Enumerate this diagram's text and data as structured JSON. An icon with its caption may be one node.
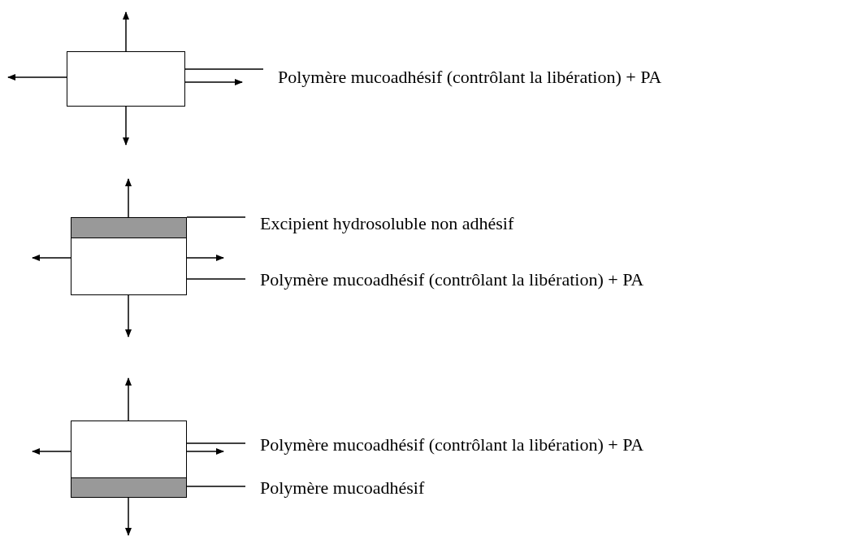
{
  "diagram": {
    "nodes": [
      {
        "text": [],
        "shape": "box"
      },
      {
        "text": [
          "Polymère mucoadhésif (contrôlant la libération) + PA"
        ]
      },
      {
        "text": [],
        "shape": "box"
      },
      {
        "text": [],
        "shape": "box"
      },
      {
        "text": [
          "Excipient hydrosoluble non adhésif"
        ]
      },
      {
        "text": [
          "Polymère mucoadhésif (contrôlant la libération) + PA"
        ]
      },
      {
        "text": [],
        "shape": "box"
      },
      {
        "text": [],
        "shape": "box"
      },
      {
        "text": [
          "Polymère mucoadhésif (contrôlant la libération) + PA"
        ]
      },
      {
        "text": [
          "Polymère mucoadhésif"
        ]
      }
    ],
    "edges": [
      {
        "from": 1,
        "to": 0,
        "arrow": "none"
      },
      {
        "from": 4,
        "to": 2,
        "arrow": "none"
      },
      {
        "from": 5,
        "to": 3,
        "arrow": "none"
      },
      {
        "from": 8,
        "to": 6,
        "arrow": "none"
      },
      {
        "from": 9,
        "to": 7,
        "arrow": "none"
      }
    ]
  }
}
